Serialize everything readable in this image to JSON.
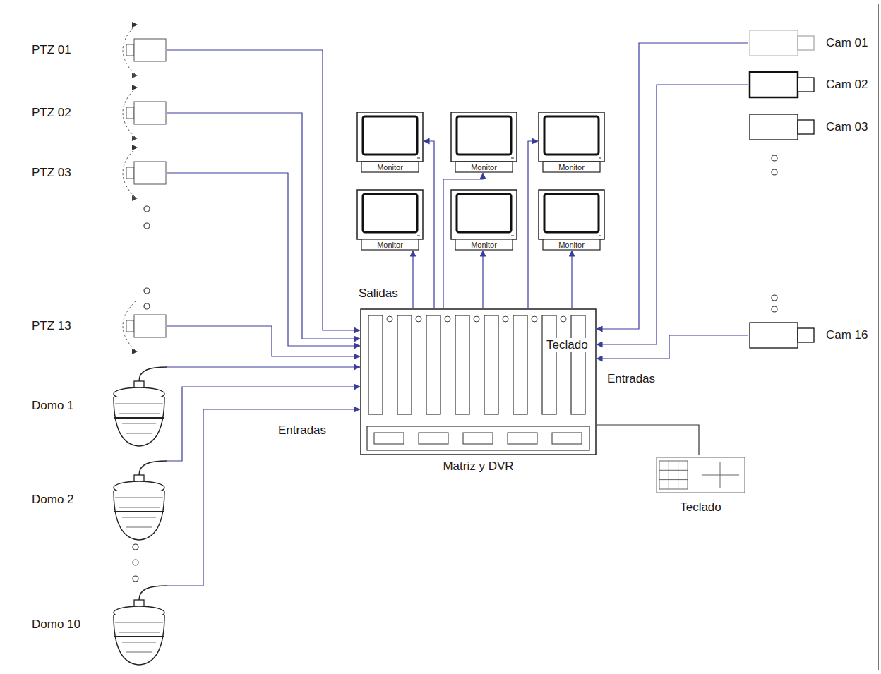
{
  "diagram": {
    "nodes": [
      {
        "text": [
          "PTZ 01"
        ]
      },
      {
        "text": [
          "PTZ 02"
        ]
      },
      {
        "text": [
          "PTZ 03"
        ]
      },
      {
        "text": [
          "Monitor"
        ]
      },
      {
        "text": [
          "Monitor"
        ]
      },
      {
        "text": [
          "Monitor"
        ]
      },
      {
        "text": [
          "Cam 01"
        ]
      },
      {
        "text": [
          "Cam 02"
        ]
      },
      {
        "text": [
          "Cam 03"
        ]
      },
      {
        "text": [
          "Monitor"
        ]
      },
      {
        "text": [
          "Monitor"
        ]
      },
      {
        "text": [
          "Monitor"
        ]
      },
      {
        "text": [
          "PTZ 13"
        ]
      },
      {
        "text": [
          "Matriz y DVR"
        ]
      },
      {
        "text": [
          "Cam 16"
        ]
      },
      {
        "text": [
          "Domo 1"
        ]
      },
      {
        "text": [
          "Teclado"
        ]
      },
      {
        "text": [
          "Domo 2"
        ]
      },
      {
        "text": [
          "Domo 10"
        ]
      }
    ],
    "edges": [
      {
        "from": 0,
        "to": 13,
        "arrow": "to"
      },
      {
        "from": 1,
        "to": 13,
        "arrow": "to"
      },
      {
        "from": 2,
        "to": 13,
        "arrow": "to"
      },
      {
        "from": 12,
        "to": 13,
        "arrow": "to"
      },
      {
        "from": 15,
        "to": 13,
        "arrow": "to"
      },
      {
        "from": 17,
        "to": 13,
        "arrow": "to"
      },
      {
        "from": 18,
        "to": 13,
        "arrow": "to"
      },
      {
        "from": 13,
        "to": 3,
        "arrow": "to"
      },
      {
        "from": 13,
        "to": 4,
        "arrow": "to"
      },
      {
        "from": 13,
        "to": 5,
        "arrow": "to"
      },
      {
        "from": 13,
        "to": 9,
        "arrow": "to"
      },
      {
        "from": 13,
        "to": 10,
        "arrow": "to"
      },
      {
        "from": 13,
        "to": 11,
        "arrow": "to"
      },
      {
        "from": 6,
        "to": 13,
        "arrow": "to"
      },
      {
        "from": 7,
        "to": 13,
        "arrow": "to"
      },
      {
        "from": 14,
        "to": 13,
        "arrow": "to"
      },
      {
        "from": 13,
        "to": 16,
        "arrow": "none"
      }
    ],
    "labels": [
      "Salidas",
      "Teclado",
      "Entradas",
      "Entradas"
    ]
  }
}
